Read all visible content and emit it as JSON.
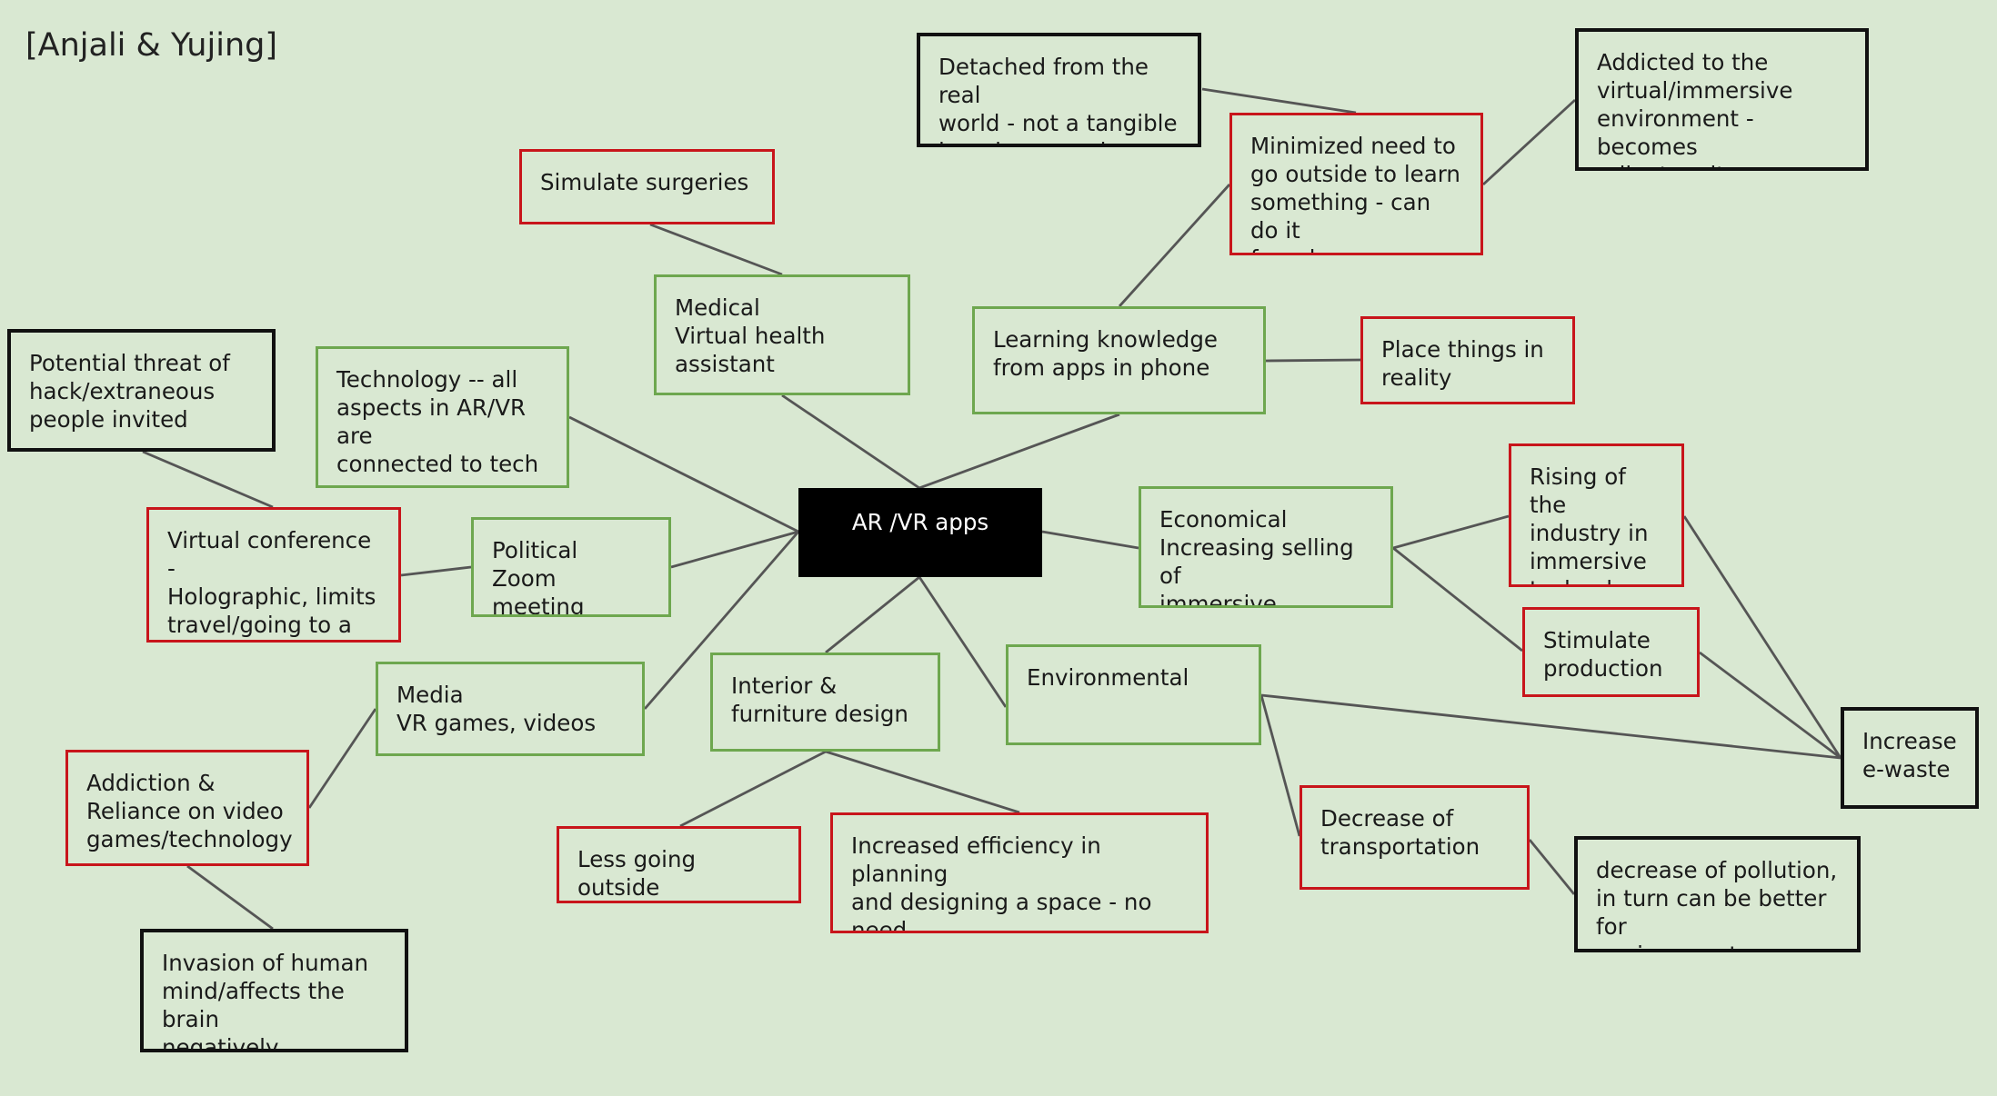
{
  "title": "[Anjali & Yujing]",
  "colors": {
    "background": "#d9e8d2",
    "green": "#6ea74f",
    "red": "#c8151b",
    "black": "#111111"
  },
  "nodes": {
    "center": "AR /VR apps",
    "medical": "Medical\nVirtual health\nassistant",
    "simulate": "Simulate surgeries",
    "learning": "Learning knowledge\nfrom apps in phone",
    "minimized": "Minimized need to\ngo outside to learn\nsomething - can do it\nfrom home",
    "detached": "Detached from the real\nworld - not a tangible\nlearning experience",
    "addicted_virtual": "Addicted to the\nvirtual/immersive\nenvironment - becomes\nreliant on it",
    "place_things": "Place things in\nreality",
    "technology": "Technology -- all\naspects in AR/VR are\nconnected to tech",
    "threat": "Potential threat of\nhack/extraneous\npeople invited",
    "political": "Political\nZoom meeting",
    "virtual_conf": "Virtual conference -\nHolographic, limits\ntravel/going to a\ncertain place",
    "media": "Media\nVR games, videos",
    "addiction": "Addiction &\nReliance on video\ngames/technology",
    "invasion": "Invasion of human\nmind/affects the brain\nnegatively",
    "interior": "Interior &\nfurniture design",
    "less_outside": "Less going outside",
    "efficiency": "Increased efficiency in planning\nand designing a space - no need\nfor measuring/moving around",
    "environmental": "Environmental",
    "decrease_transport": "Decrease of\ntransportation",
    "decrease_pollution": "decrease of pollution,\nin turn can be better for\nenvironment",
    "economical": "Economical\nIncreasing selling of\nimmersive products",
    "rising": "Rising of the\nindustry in\nimmersive\ntechnology",
    "stimulate": "Stimulate\nproduction",
    "ewaste": "Increase\ne-waste"
  }
}
